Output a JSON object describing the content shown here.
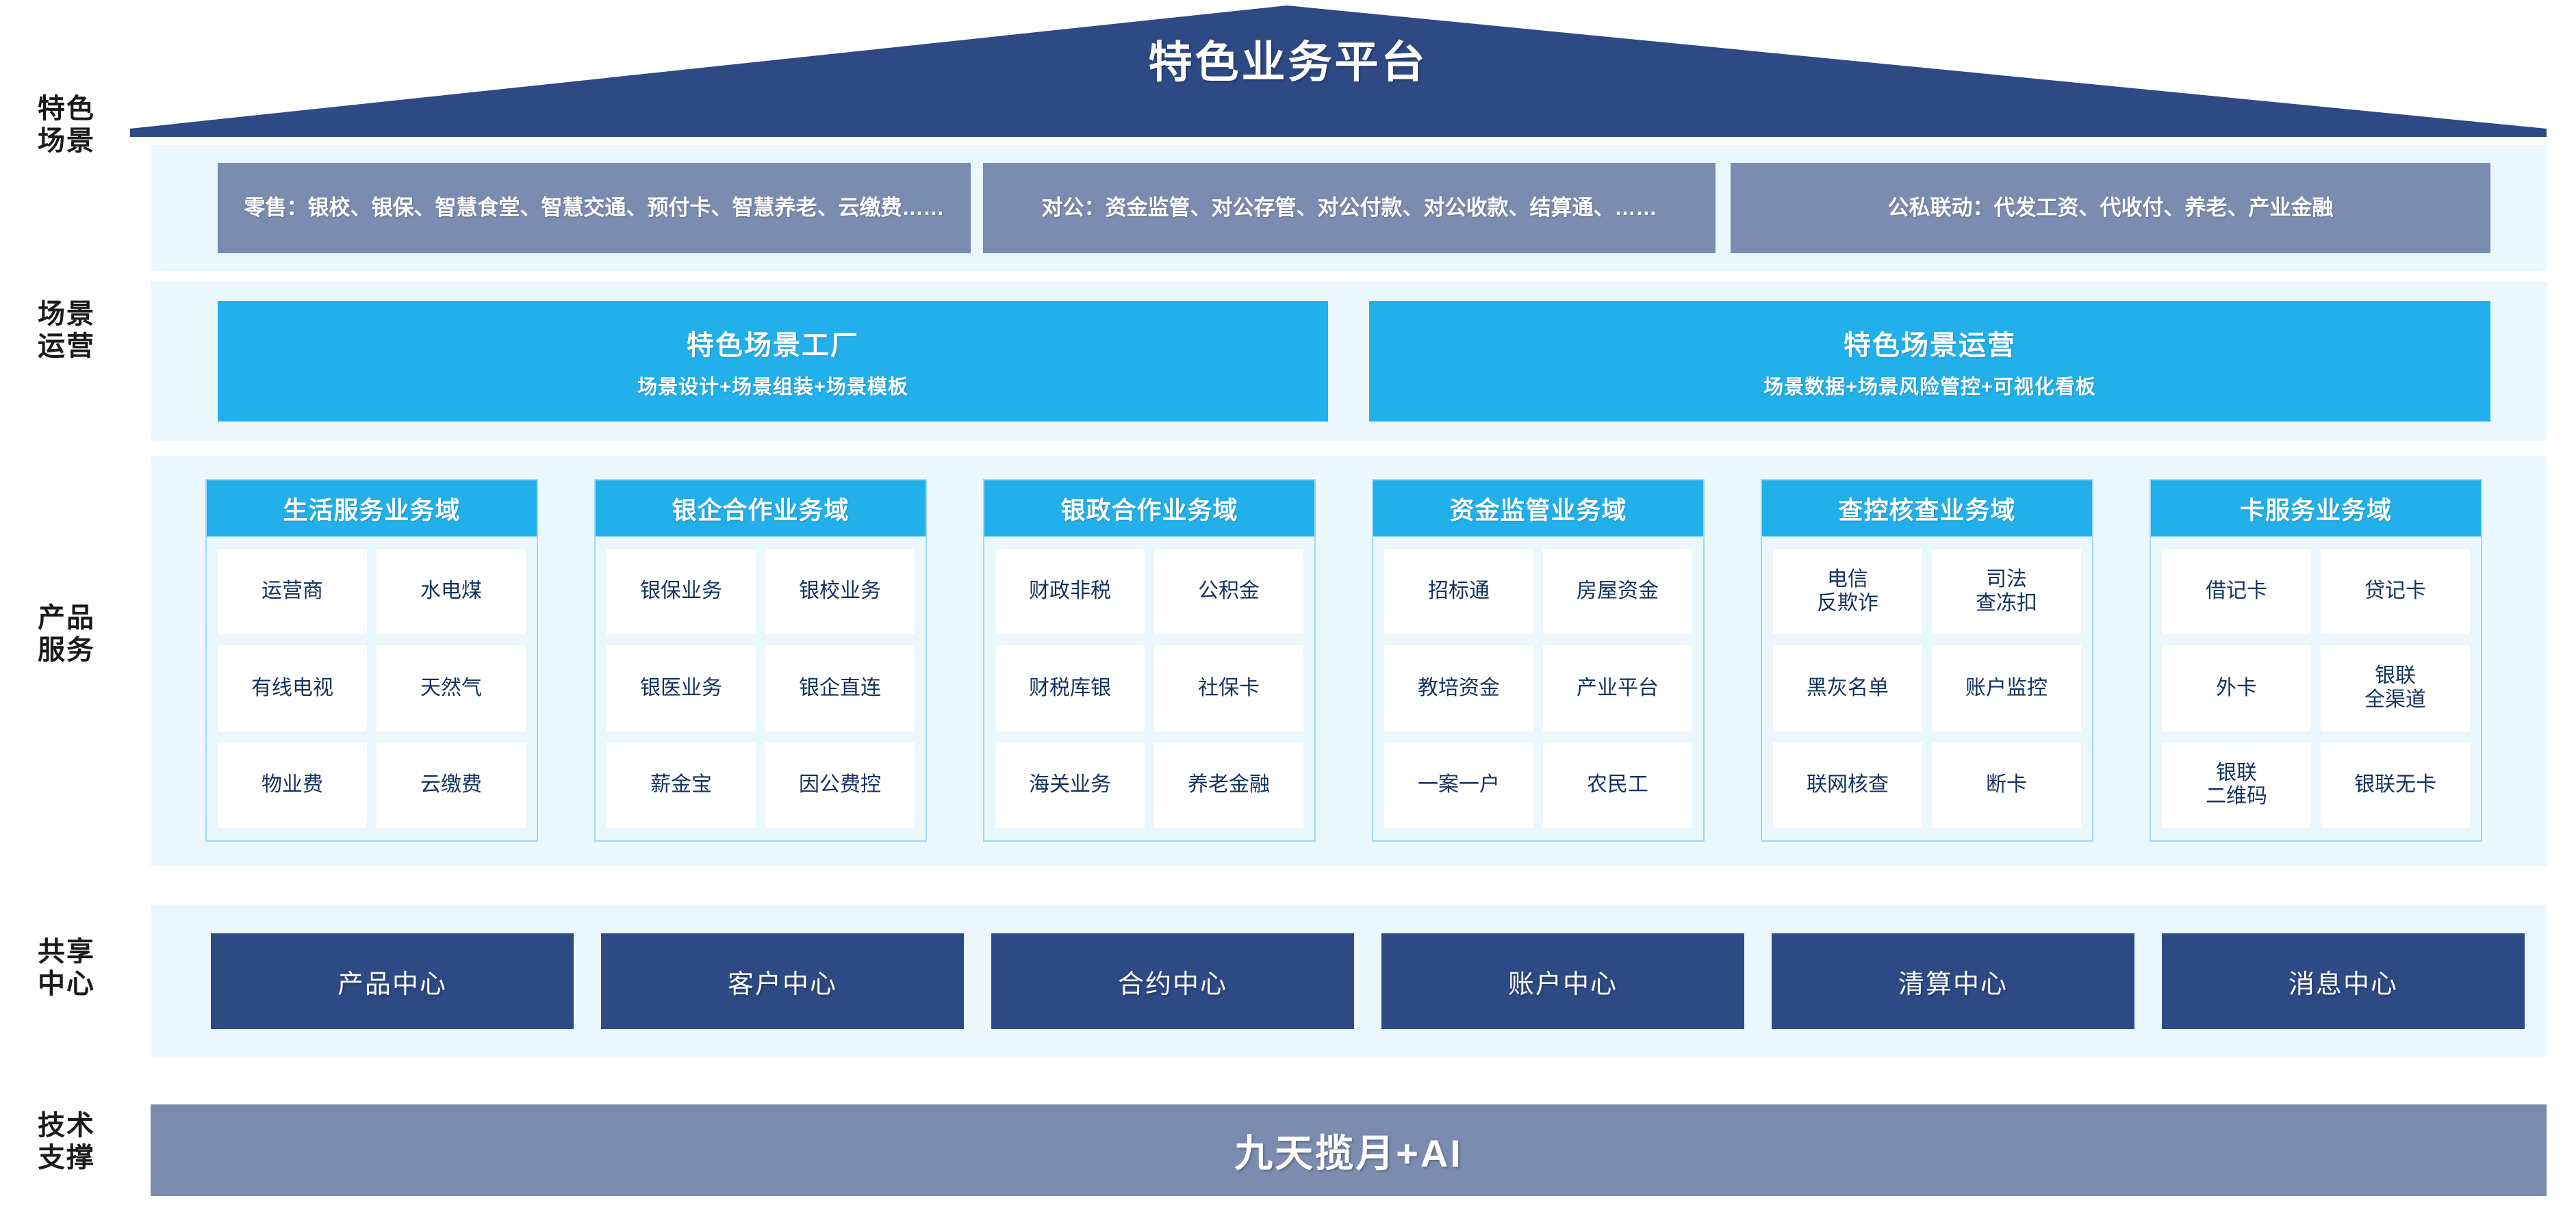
{
  "header": {
    "title": "特色业务平台",
    "roof_color": "#2e4a85"
  },
  "row_labels": {
    "scenes": "特色\n场景",
    "operations": "场景\n运营",
    "products": "产品\n服务",
    "shared": "共享\n中心",
    "tech": "技术\n支撑"
  },
  "scenes": {
    "boxes": [
      {
        "text": "零售：银校、银保、智慧食堂、智慧交通、预付卡、智慧养老、云缴费……"
      },
      {
        "text": "对公：资金监管、对公存管、对公付款、对公收款、结算通、……"
      },
      {
        "text": "公私联动：代发工资、代收付、养老、产业金融"
      }
    ],
    "box_color": "#7b8cb0"
  },
  "operations": {
    "bar_color": "#22b0ea",
    "boxes": [
      {
        "title": "特色场景工厂",
        "subtitle": "场景设计+场景组装+场景模板"
      },
      {
        "title": "特色场景运营",
        "subtitle": "场景数据+场景风险管控+可视化看板"
      }
    ]
  },
  "products": {
    "head_color": "#22b0ea",
    "cell_text_color": "#14315f",
    "domains": [
      {
        "title": "生活服务业务域",
        "items": [
          "运营商",
          "水电煤",
          "有线电视",
          "天然气",
          "物业费",
          "云缴费"
        ]
      },
      {
        "title": "银企合作业务域",
        "items": [
          "银保业务",
          "银校业务",
          "银医业务",
          "银企直连",
          "薪金宝",
          "因公费控"
        ]
      },
      {
        "title": "银政合作业务域",
        "items": [
          "财政非税",
          "公积金",
          "财税库银",
          "社保卡",
          "海关业务",
          "养老金融"
        ]
      },
      {
        "title": "资金监管业务域",
        "items": [
          "招标通",
          "房屋资金",
          "教培资金",
          "产业平台",
          "一案一户",
          "农民工"
        ]
      },
      {
        "title": "查控核查业务域",
        "items": [
          "电信\n反欺诈",
          "司法\n查冻扣",
          "黑灰名单",
          "账户监控",
          "联网核查",
          "断卡"
        ]
      },
      {
        "title": "卡服务业务域",
        "items": [
          "借记卡",
          "贷记卡",
          "外卡",
          "银联\n全渠道",
          "银联\n二维码",
          "银联无卡"
        ]
      }
    ]
  },
  "shared_centers": {
    "box_color": "#2e4a85",
    "items": [
      "产品中心",
      "客户中心",
      "合约中心",
      "账户中心",
      "清算中心",
      "消息中心"
    ]
  },
  "tech_support": {
    "label": "九天揽月+AI",
    "bar_color": "#7b8cb0"
  }
}
